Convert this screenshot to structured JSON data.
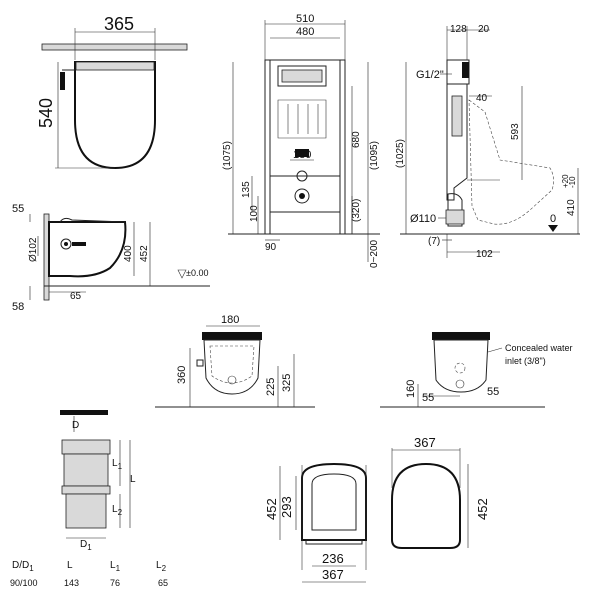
{
  "dims": {
    "top_width": "365",
    "top_height": "540",
    "frame_width_outer": "510",
    "frame_width_inner": "480",
    "frame_h1075": "(1075)",
    "frame_h1095": "(1095)",
    "frame_680": "680",
    "frame_180": "180",
    "frame_135": "135",
    "frame_100": "100",
    "frame_320": "(320)",
    "frame_90": "90",
    "frame_range": "0~200",
    "side_128": "128",
    "side_20": "20",
    "side_g12": "G1/2\"",
    "side_40": "40",
    "side_593": "593",
    "side_1025": "(1025)",
    "side_d110": "Ø110",
    "side_7": "(7)",
    "side_102": "102",
    "side_0": "0",
    "side_410": "410",
    "side_410_tol_plus": "+20",
    "side_410_tol_minus": "-10",
    "left_55": "55",
    "left_58": "58",
    "left_d102": "Ø102",
    "left_400": "400",
    "left_452": "452",
    "left_65": "65",
    "left_zero": "±0.00",
    "front_180": "180",
    "front_360": "360",
    "front_225": "225",
    "front_325": "325",
    "rear_160": "160",
    "rear_55a": "55",
    "rear_55b": "55",
    "rear_note_line1": "Concealed water",
    "rear_note_line2": "inlet (3/8\")",
    "seat_452": "452",
    "seat_293": "293",
    "seat_236": "236",
    "seat_367": "367",
    "lid_367": "367",
    "lid_452": "452",
    "pipe_D": "D",
    "pipe_L": "L",
    "pipe_L1": "L",
    "pipe_L1_sub": "1",
    "pipe_L2": "L",
    "pipe_L2_sub": "2",
    "pipe_D1": "D",
    "pipe_D1_sub": "1"
  },
  "pipe_table": {
    "headers": [
      "D/D",
      "L",
      "L",
      "L"
    ],
    "header_subs": [
      "1",
      "",
      "1",
      "2"
    ],
    "row": [
      "90/100",
      "143",
      "76",
      "65"
    ]
  }
}
